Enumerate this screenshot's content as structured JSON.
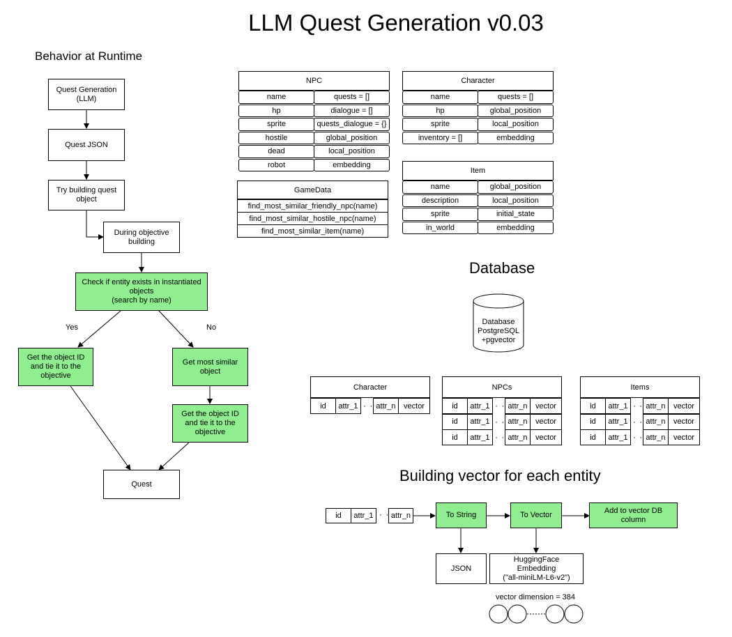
{
  "title": "LLM Quest Generation v0.03",
  "behavior": {
    "heading": "Behavior at Runtime",
    "quest_gen": "Quest Generation\n(LLM)",
    "quest_json": "Quest JSON",
    "try_build": "Try building quest\nobject",
    "during": "During objective\nbuilding",
    "check": "Check if entity exists in instantiated\nobjects\n(search by name)",
    "yes": "Yes",
    "no": "No",
    "get_id_left": "Get the object ID\nand tie it to the\nobjective",
    "most_similar": "Get most similar\nobject",
    "get_id_right": "Get the object ID\nand tie it to the\nobjective",
    "quest": "Quest"
  },
  "npc": {
    "header": "NPC",
    "left": [
      "name",
      "hp",
      "sprite",
      "hostile",
      "dead",
      "robot"
    ],
    "right": [
      "quests = []",
      "dialogue = []",
      "quests_dialogue = {}",
      "global_position",
      "local_position",
      "embedding"
    ]
  },
  "character": {
    "header": "Character",
    "left": [
      "name",
      "hp",
      "sprite",
      "inventory = []"
    ],
    "right": [
      "quests = []",
      "global_position",
      "local_position",
      "embedding"
    ]
  },
  "gamedata": {
    "header": "GameData",
    "rows": [
      "find_most_similar_friendly_npc(name)",
      "find_most_similar_hostile_npc(name)",
      "find_most_similar_item(name)"
    ]
  },
  "item": {
    "header": "Item",
    "left": [
      "name",
      "description",
      "sprite",
      "in_world"
    ],
    "right": [
      "global_position",
      "local_position",
      "initial_state",
      "embedding"
    ]
  },
  "database": {
    "heading": "Database",
    "cylinder": "Database\nPostgreSQL\n+pgvector",
    "tables": [
      {
        "header": "Character",
        "rows": 1
      },
      {
        "header": "NPCs",
        "rows": 3
      },
      {
        "header": "Items",
        "rows": 3
      }
    ],
    "cols": {
      "id": "id",
      "attr1": "attr_1",
      "attrn": "attr_n",
      "vector": "vector"
    }
  },
  "building": {
    "heading": "Building vector for each entity",
    "id": "id",
    "attr1": "attr_1",
    "attrn": "attr_n",
    "to_string": "To String",
    "to_vector": "To Vector",
    "add_db": "Add to vector DB\ncolumn",
    "json": "JSON",
    "hf": "HuggingFace\nEmbedding\n(\"all-miniLM-L6-v2\")",
    "dim": "vector dimension = 384"
  },
  "colors": {
    "accent": "#90ee90",
    "line": "#000000"
  }
}
